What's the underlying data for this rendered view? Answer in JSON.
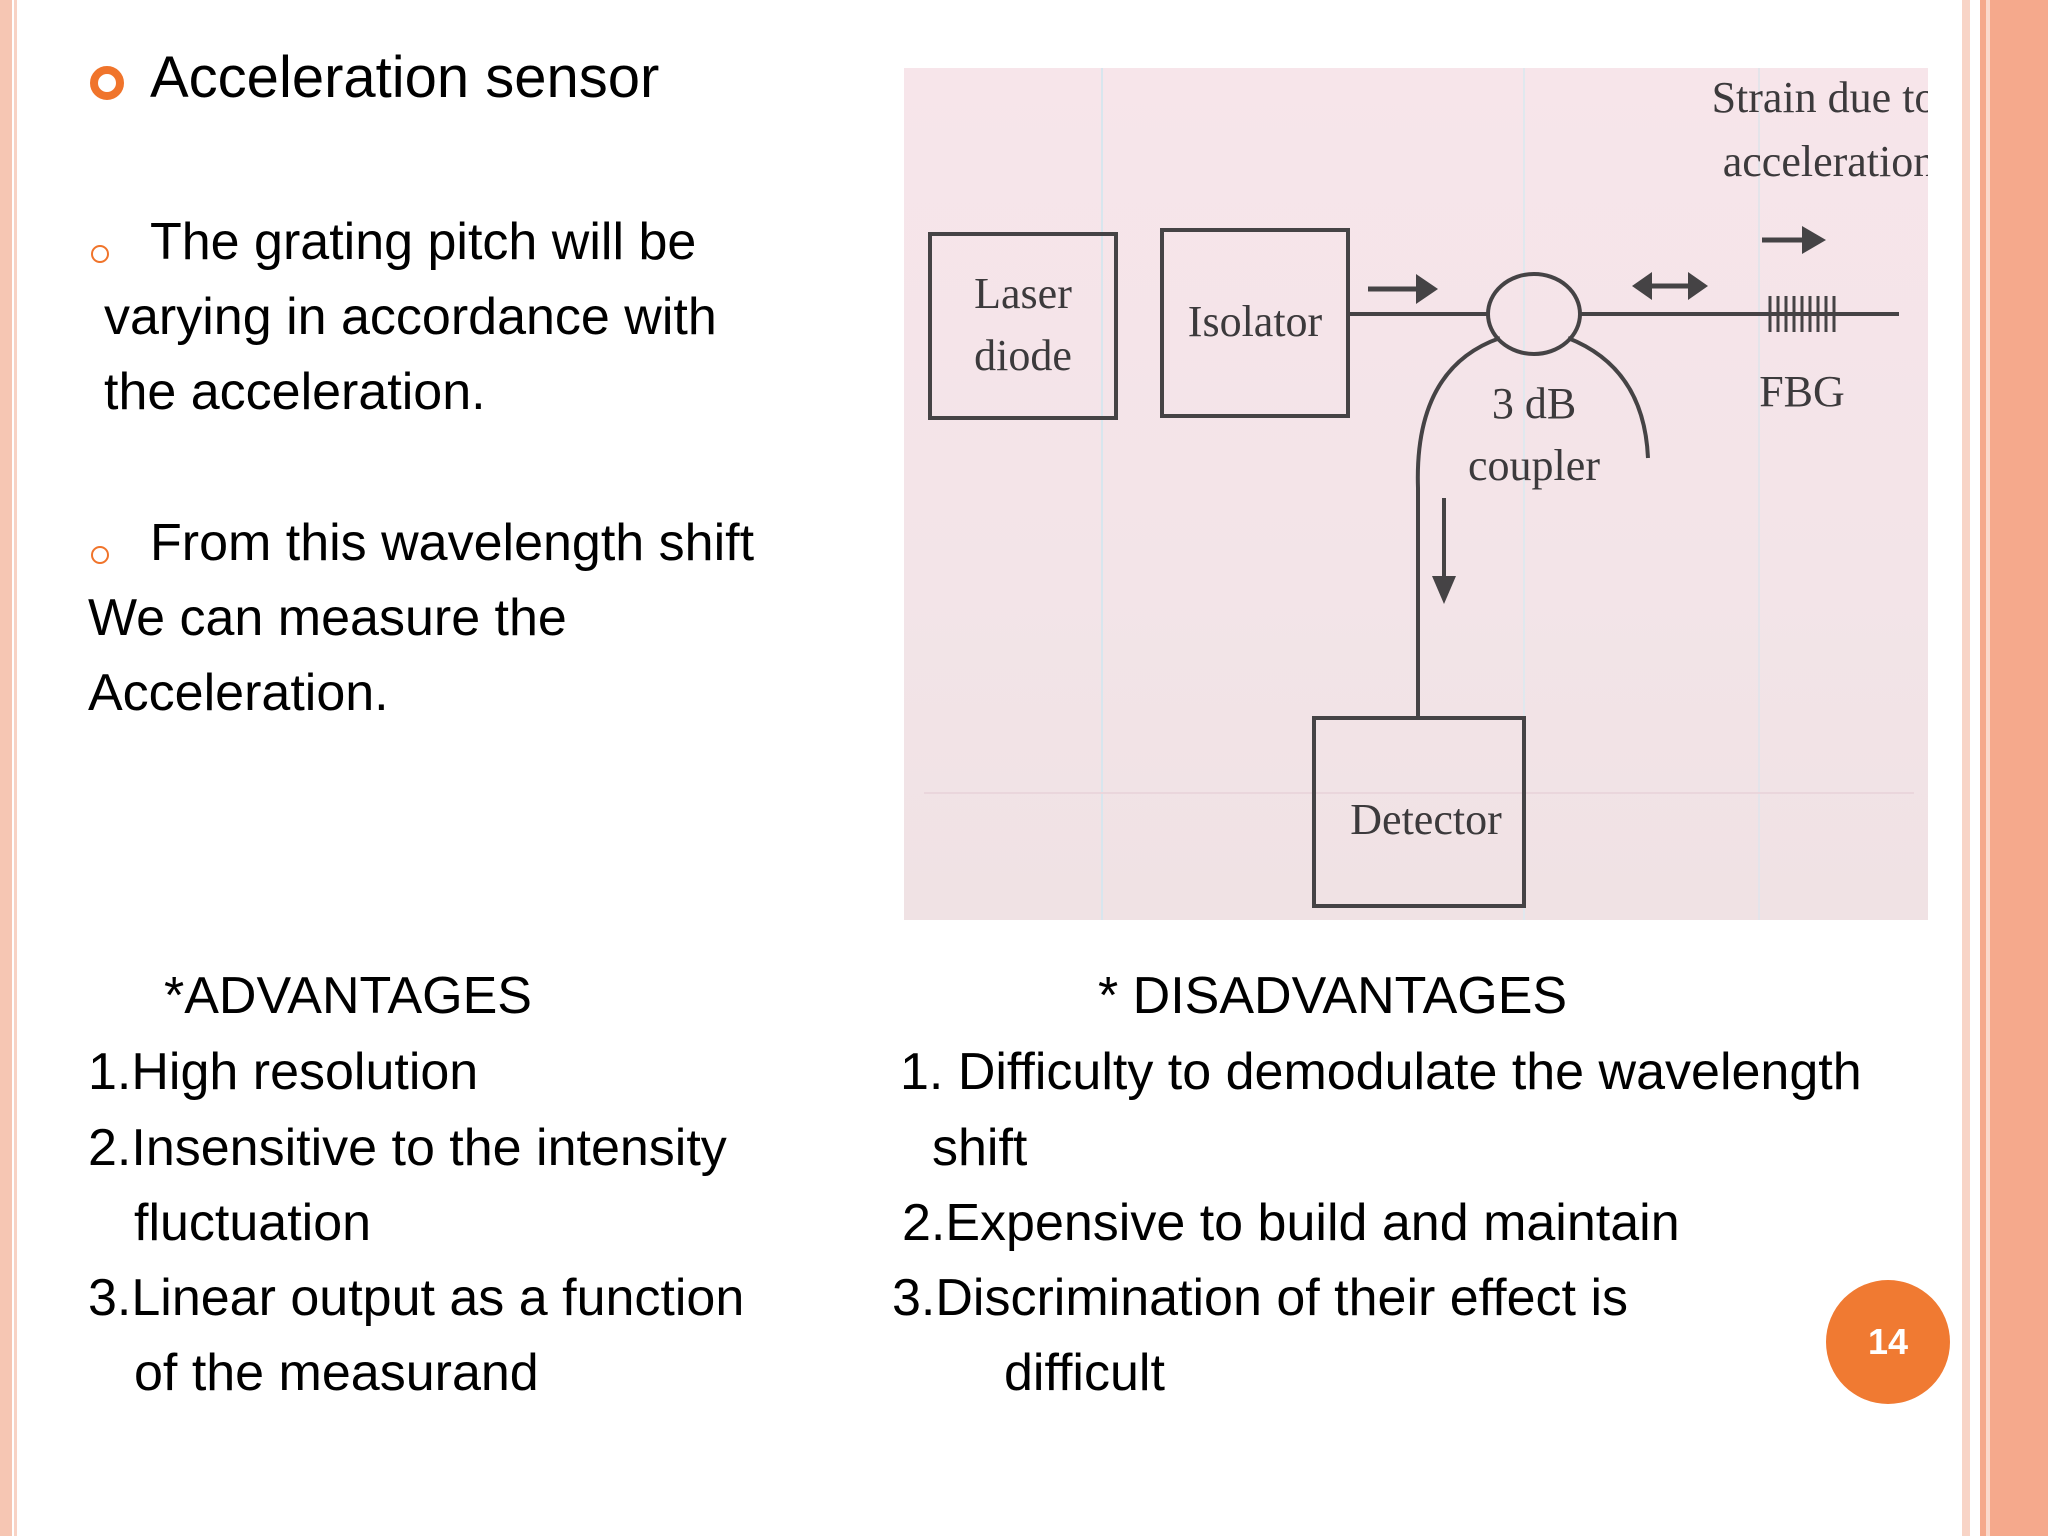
{
  "title": "Acceleration sensor",
  "bullets": {
    "b1": [
      "The grating pitch will be",
      "varying in accordance with",
      "the acceleration."
    ],
    "b2": [
      "From this wavelength shift",
      "We can measure the",
      "Acceleration."
    ]
  },
  "figure": {
    "laser": [
      "Laser",
      "diode"
    ],
    "isolator": "Isolator",
    "coupler": [
      "3 dB",
      "coupler"
    ],
    "strain": [
      "Strain due to",
      "acceleration"
    ],
    "fbg": "FBG",
    "detector": "Detector"
  },
  "advantages": {
    "heading": "*ADVANTAGES",
    "lines": [
      "1.High resolution",
      "2.Insensitive to the intensity",
      "fluctuation",
      "3.Linear output as a function",
      "of the measurand"
    ]
  },
  "disadvantages": {
    "heading": "* DISADVANTAGES",
    "lines": [
      "1. Difficulty to demodulate the wavelength",
      "shift",
      "2.Expensive to build and maintain",
      "3.Discrimination of their effect is",
      "difficult"
    ]
  },
  "page_number": "14",
  "colors": {
    "accent": "#f07a32",
    "border": "#f5a98c"
  }
}
